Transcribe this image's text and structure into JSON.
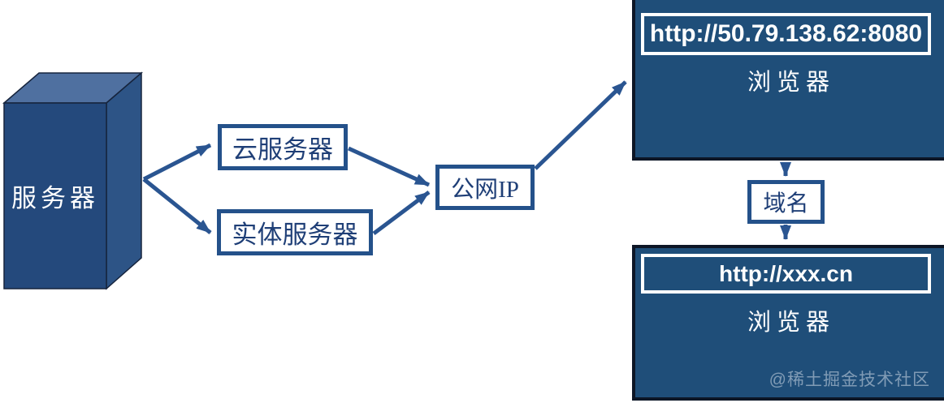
{
  "colors": {
    "panel_fill": "#1F4E79",
    "panel_border": "#0D1626",
    "node_border": "#24518A",
    "node_text": "#1F3F77",
    "arrow": "#2A5591",
    "cube_front": "#24497C",
    "cube_top": "#4F70A0",
    "cube_right": "#2D5486",
    "cube_edge": "#16243D",
    "url_text": "#FFFFFF"
  },
  "nodes": {
    "server_cube": {
      "label": "服务器"
    },
    "cloud_server": {
      "label": "云服务器"
    },
    "physical_server": {
      "label": "实体服务器"
    },
    "public_ip": {
      "label": "公网IP"
    },
    "domain": {
      "label": "域名"
    },
    "browser_top": {
      "url": "http://50.79.138.62:8080",
      "label": "浏览器"
    },
    "browser_bottom": {
      "url": "http://xxx.cn",
      "label": "浏览器"
    }
  },
  "watermark": "@稀土掘金技术社区"
}
